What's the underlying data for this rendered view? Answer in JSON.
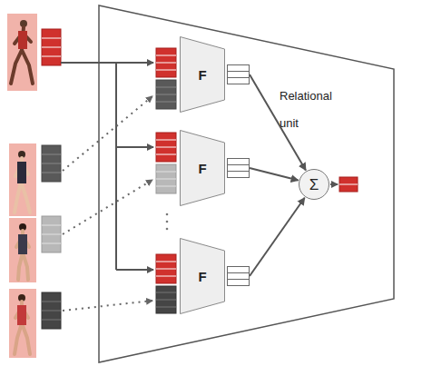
{
  "diagram": {
    "nodes": [
      {
        "text": [
          "Relational unit"
        ]
      },
      {
        "text": [
          "F"
        ],
        "in": 0
      },
      {
        "text": [
          "F"
        ],
        "in": 0
      },
      {
        "text": [
          "F"
        ],
        "in": 0
      },
      {
        "text": [
          "Σ"
        ],
        "in": 0
      }
    ],
    "edges": [
      {
        "from": 1,
        "to": 4,
        "arrow": "to"
      },
      {
        "from": 2,
        "to": 4,
        "arrow": "to"
      },
      {
        "from": 3,
        "to": 4,
        "arrow": "to"
      }
    ]
  }
}
